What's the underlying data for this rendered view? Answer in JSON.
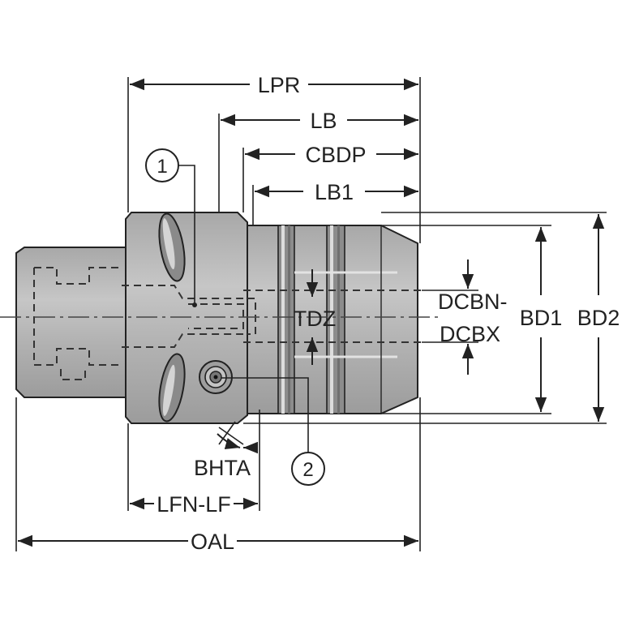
{
  "labels": {
    "lpr": "LPR",
    "lb": "LB",
    "cbdp": "CBDP",
    "lb1": "LB1",
    "tdz": "TDZ",
    "dcbn": "DCBN-",
    "dcbx": "DCBX",
    "bd1": "BD1",
    "bd2": "BD2",
    "bhta": "BHTA",
    "lfn_lf": "LFN-LF",
    "oal": "OAL"
  },
  "callouts": {
    "one": "1",
    "two": "2"
  },
  "colors": {
    "body_fill": "#b8b8b8",
    "body_dark": "#9a9a9a",
    "body_light": "#d2d2d2",
    "line": "#222222"
  }
}
